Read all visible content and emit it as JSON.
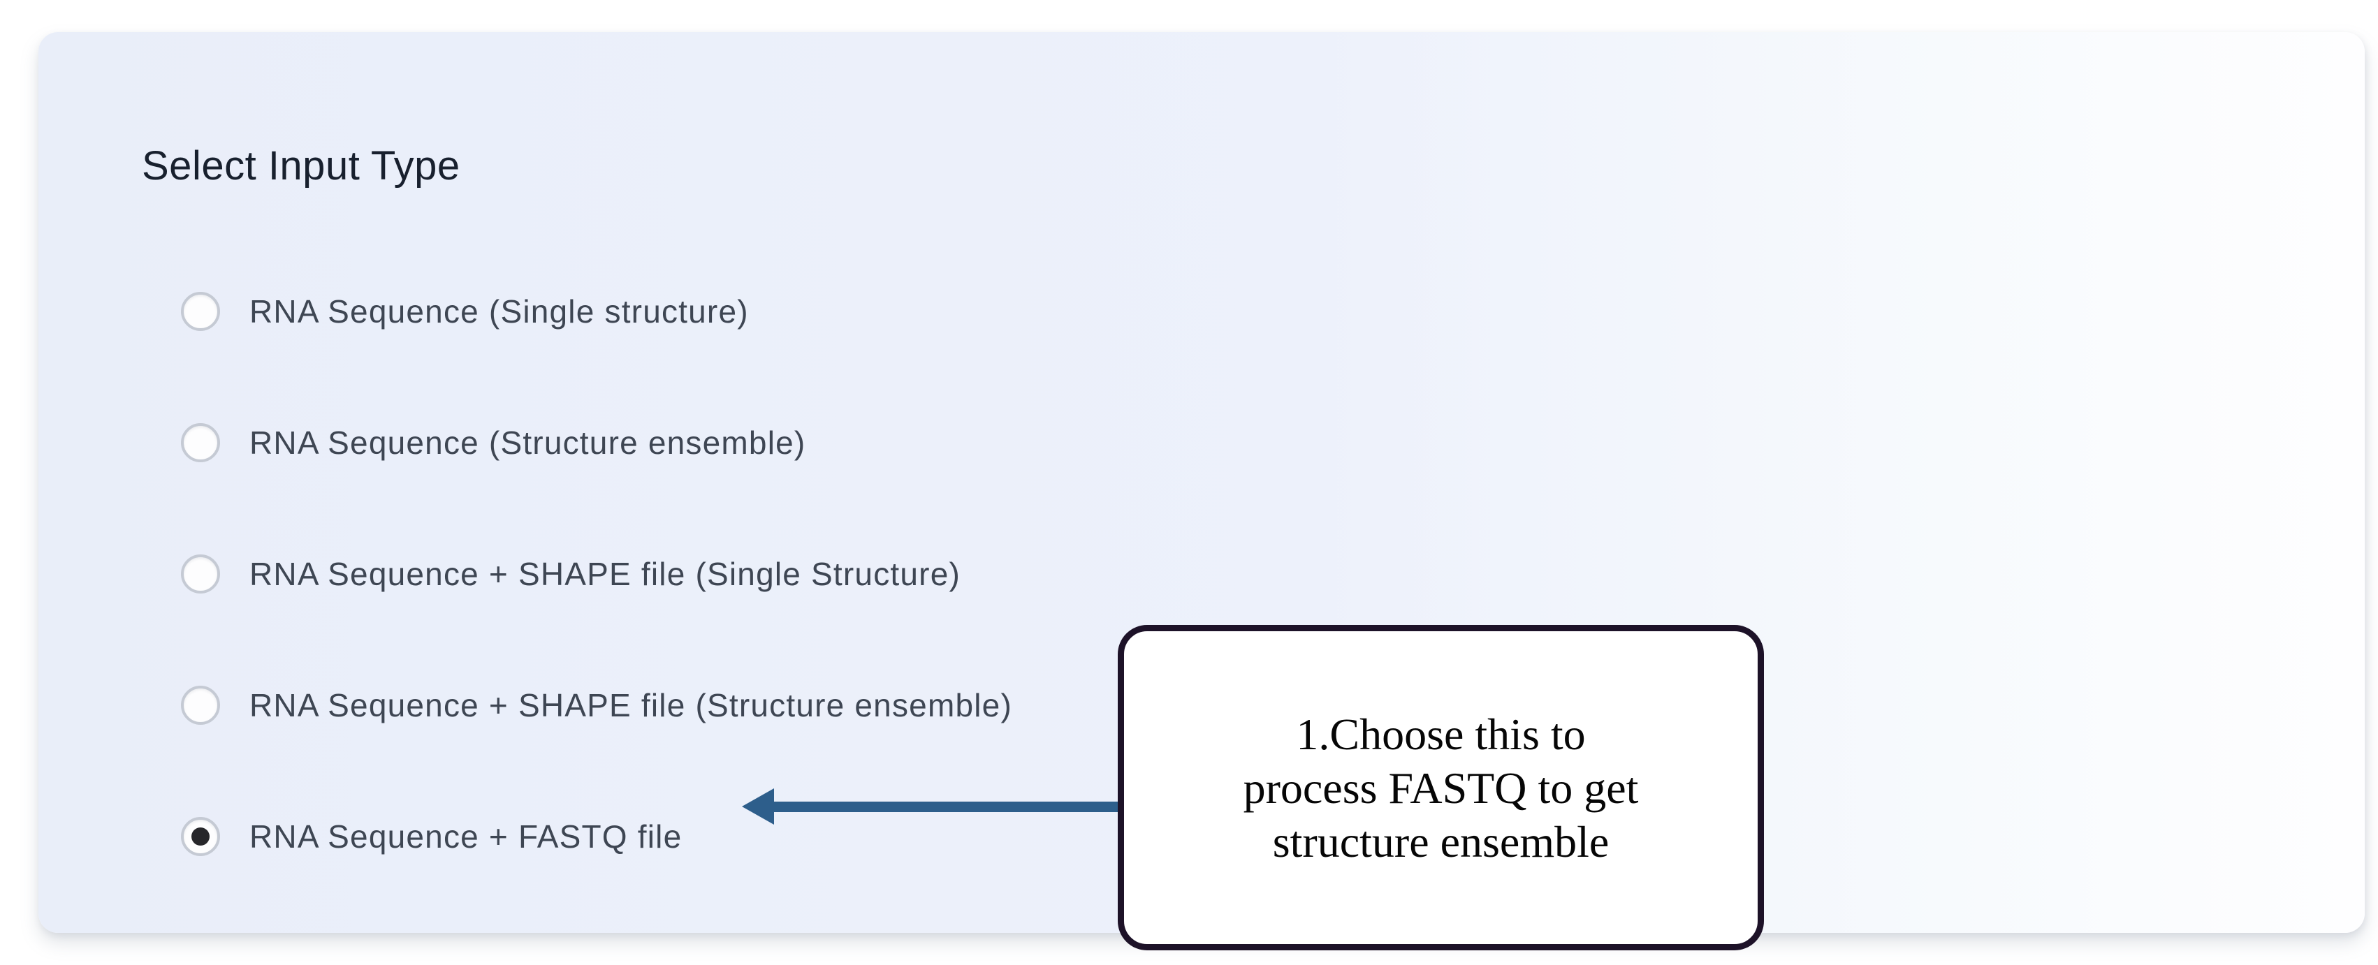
{
  "select_input": {
    "heading": "Select Input Type",
    "options": [
      {
        "label": "RNA Sequence (Single structure)",
        "selected": false
      },
      {
        "label": "RNA Sequence (Structure ensemble)",
        "selected": false
      },
      {
        "label": "RNA Sequence + SHAPE file (Single Structure)",
        "selected": false
      },
      {
        "label": "RNA Sequence + SHAPE file (Structure ensemble)",
        "selected": false
      },
      {
        "label": "RNA Sequence + FASTQ file",
        "selected": true
      }
    ]
  },
  "annotation": {
    "lines": [
      "1.Choose this to",
      "process FASTQ to get",
      "structure ensemble"
    ],
    "arrow_points_to": "RNA Sequence + FASTQ file"
  },
  "colors": {
    "card_bg": "#e9eef9",
    "heading_text": "#18202e",
    "label_text": "#3e4653",
    "radio_ring": "#c5cad4",
    "radio_dot": "#26262a",
    "arrow_color": "#2d5e8b",
    "callout_border": "#1d1228"
  }
}
